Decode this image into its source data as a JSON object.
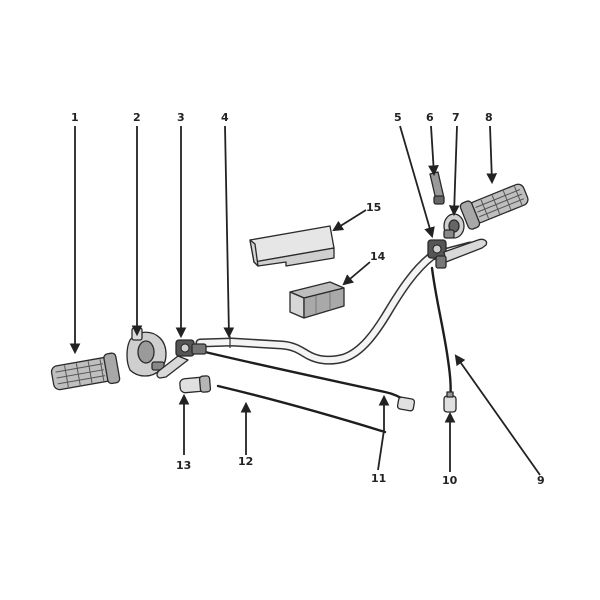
{
  "callouts": {
    "c1": "1",
    "c2": "2",
    "c3": "3",
    "c4": "4",
    "c5": "5",
    "c6": "6",
    "c7": "7",
    "c8": "8",
    "c9": "9",
    "c10": "10",
    "c11": "11",
    "c12": "12",
    "c13": "13",
    "c14": "14",
    "c15": "15"
  },
  "colors": {
    "line": "#222222",
    "part_fill": "#d9d9d9",
    "grip_fill": "#bfbfbf",
    "dark_part": "#444444"
  }
}
